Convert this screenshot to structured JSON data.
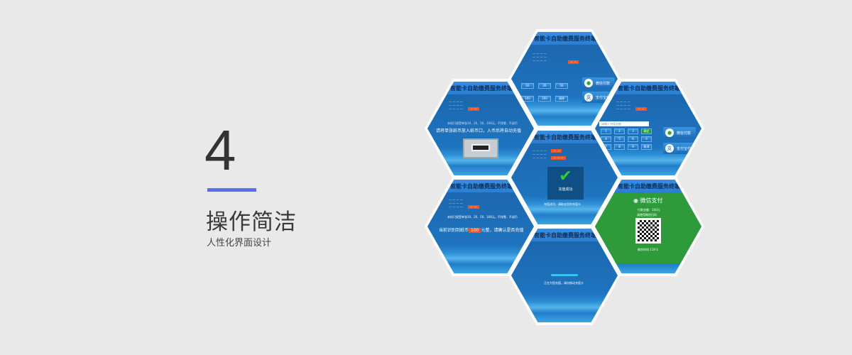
{
  "feature": {
    "number": "4",
    "title": "操作简洁",
    "subtitle": "人性化界面设计"
  },
  "screen_title": "智能卡自助缴费服务终端",
  "screens": {
    "amount": {
      "buttons": [
        "10",
        "20",
        "50",
        "100",
        "200",
        "清除"
      ],
      "wechat": "微信付款",
      "alipay": "支付宝付款"
    },
    "coin": {
      "hint": "本机只接受单张10、20、50、100元，不找零、不退币",
      "prompt": "请将单张纸币放入纸币口，入币后将自动充值"
    },
    "keypad": {
      "placeholder": "请输入充值金额",
      "keys": [
        "1",
        "2",
        "3",
        "确定",
        "4",
        "5",
        "6",
        "0",
        "7",
        "8",
        "9",
        "取消"
      ],
      "wechat": "微信付款",
      "alipay": "支付宝付款"
    },
    "success": {
      "label": "充值成功",
      "message": "充值成功，请取走您的充值卡"
    },
    "confirm": {
      "hint": "本机只接受单张10、20、50、100元，不找零、不退币",
      "prompt_pre": "当前识别到纸币",
      "amount": "100",
      "prompt_post": "元整，请确认是否充值"
    },
    "wechat": {
      "title": "微信支付",
      "amount": "付款金额：100元",
      "scan": "请使用微信扫码",
      "countdown": "剩余时间 119 S"
    },
    "progress": {
      "message": "正在为您充值，请勿移动充值卡"
    }
  },
  "colors": {
    "accent": "#5b6ee8",
    "screen": "#1f74bf",
    "wechat": "#2e9a3a",
    "highlight": "#e8582b"
  }
}
